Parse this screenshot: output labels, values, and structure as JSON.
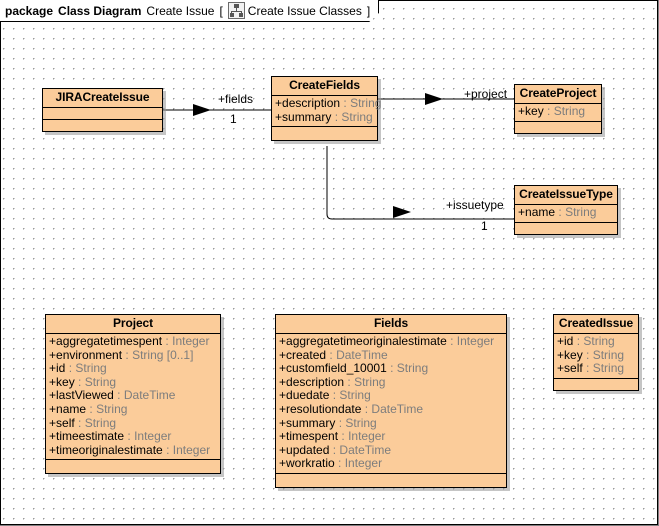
{
  "package_header": {
    "keyword": "package",
    "package_name": "Class Diagram",
    "diagram_name": "Create Issue",
    "bracket_open": "[",
    "icon": "class-diagram-icon",
    "diagram_label": "Create Issue Classes",
    "bracket_close": "]"
  },
  "theme": {
    "class_fill": "#FBCC9A",
    "class_border": "#000000",
    "type_text": "#7D7D7D",
    "name_text": "#000000",
    "canvas_bg": "#FFFFFF",
    "grid_dot": "#9A9A9A"
  },
  "classes": [
    {
      "id": "jiracreateissue",
      "name": "JIRACreateIssue",
      "attributes": [],
      "operations": []
    },
    {
      "id": "createfields",
      "name": "CreateFields",
      "attributes": [
        {
          "visibility": "+",
          "name": "description",
          "type": "String"
        },
        {
          "visibility": "+",
          "name": "summary",
          "type": "String"
        }
      ],
      "operations": []
    },
    {
      "id": "createproject",
      "name": "CreateProject",
      "attributes": [
        {
          "visibility": "+",
          "name": "key",
          "type": "String"
        }
      ],
      "operations": []
    },
    {
      "id": "createissuetype",
      "name": "CreateIssueType",
      "attributes": [
        {
          "visibility": "+",
          "name": "name",
          "type": "String"
        }
      ],
      "operations": []
    },
    {
      "id": "project",
      "name": "Project",
      "attributes": [
        {
          "visibility": "+",
          "name": "aggregatetimespent",
          "type": "Integer"
        },
        {
          "visibility": "+",
          "name": "environment",
          "type": "String [0..1]"
        },
        {
          "visibility": "+",
          "name": "id",
          "type": "String"
        },
        {
          "visibility": "+",
          "name": "key",
          "type": "String"
        },
        {
          "visibility": "+",
          "name": "lastViewed",
          "type": "DateTime"
        },
        {
          "visibility": "+",
          "name": "name",
          "type": "String"
        },
        {
          "visibility": "+",
          "name": "self",
          "type": "String"
        },
        {
          "visibility": "+",
          "name": "timeestimate",
          "type": "Integer"
        },
        {
          "visibility": "+",
          "name": "timeoriginalestimate",
          "type": "Integer"
        }
      ],
      "operations": []
    },
    {
      "id": "fields",
      "name": "Fields",
      "attributes": [
        {
          "visibility": "+",
          "name": "aggregatetimeoriginalestimate",
          "type": "Integer"
        },
        {
          "visibility": "+",
          "name": "created",
          "type": "DateTime"
        },
        {
          "visibility": "+",
          "name": "customfield_10001",
          "type": "String"
        },
        {
          "visibility": "+",
          "name": "description",
          "type": "String"
        },
        {
          "visibility": "+",
          "name": "duedate",
          "type": "String"
        },
        {
          "visibility": "+",
          "name": "resolutiondate",
          "type": "DateTime"
        },
        {
          "visibility": "+",
          "name": "summary",
          "type": "String"
        },
        {
          "visibility": "+",
          "name": "timespent",
          "type": "Integer"
        },
        {
          "visibility": "+",
          "name": "updated",
          "type": "DateTime"
        },
        {
          "visibility": "+",
          "name": "workratio",
          "type": "Integer"
        }
      ],
      "operations": []
    },
    {
      "id": "createdissue",
      "name": "CreatedIssue",
      "attributes": [
        {
          "visibility": "+",
          "name": "id",
          "type": "String"
        },
        {
          "visibility": "+",
          "name": "key",
          "type": "String"
        },
        {
          "visibility": "+",
          "name": "self",
          "type": "String"
        }
      ],
      "operations": []
    }
  ],
  "associations": [
    {
      "id": "fields-assoc",
      "source": "JIRACreateIssue",
      "target": "CreateFields",
      "role": "+fields",
      "multiplicity": "1"
    },
    {
      "id": "project-assoc",
      "source": "CreateFields",
      "target": "CreateProject",
      "role": "+project",
      "multiplicity": ""
    },
    {
      "id": "issuetype-assoc",
      "source": "CreateFields",
      "target": "CreateIssueType",
      "role": "+issuetype",
      "multiplicity": "1"
    }
  ]
}
